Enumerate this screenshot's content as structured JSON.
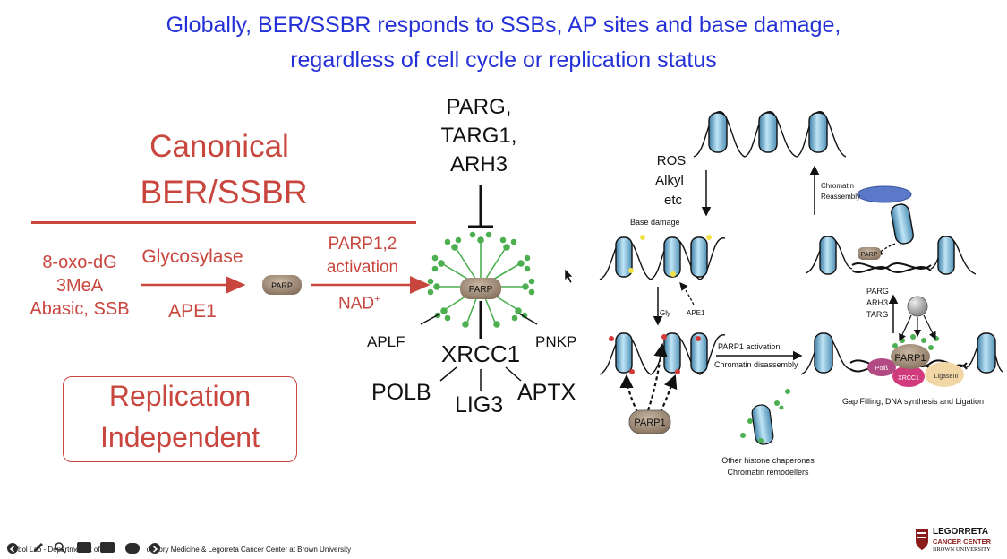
{
  "slide": {
    "title_line1": "Globally, BER/SSBR responds to SSBs, AP sites and base damage,",
    "title_line2": "regardless of cell cycle or replication status"
  },
  "left": {
    "canonical_line1": "Canonical",
    "canonical_line2": "BER/SSBR",
    "substrates": [
      "8-oxo-dG",
      "3MeA",
      "Abasic, SSB"
    ],
    "glycosylase": "Glycosylase",
    "ape1": "APE1",
    "parp_small": "PARP",
    "parp_activation_line1": "PARP1,2",
    "parp_activation_line2": "activation",
    "nad": "NAD",
    "nad_superscript": "+",
    "replication_line1": "Replication",
    "replication_line2": "Independent"
  },
  "middle": {
    "inhibitors": [
      "PARG,",
      "TARG1,",
      "ARH3"
    ],
    "parp_hub": "PARP",
    "aplf": "APLF",
    "pnkp": "PNKP",
    "xrcc1": "XRCC1",
    "polb": "POLB",
    "lig3": "LIG3",
    "aptx": "APTX"
  },
  "right": {
    "ros_lines": [
      "ROS",
      "Alkyl",
      "etc"
    ],
    "base_damage": "Base damage",
    "gly": "Gly",
    "ape1": "APE1",
    "parp1_bottom": "PARP1",
    "parp1_activation": "PARP1 activation",
    "chromatin_disassembly": "Chromatin disassembly",
    "chaperones_line1": "Other histone chaperones",
    "chaperones_line2": "Chromatin remodellers",
    "chromatin_reassembly_line1": "Chromatin",
    "chromatin_reassembly_line2": "Reassembly",
    "parp_small": "PARP",
    "parg": "PARG",
    "arh3": "ARH3",
    "targ": "TARG",
    "parp1_complex": "PARP1",
    "polb": "Polß",
    "xrcc1": "XRCC1",
    "ligase3": "LigaseIII",
    "gap_filling": "Gap Filling, DNA synthesis and Ligation"
  },
  "footer": {
    "caption_left": "bol Lab - Departme",
    "caption_mid": "t of Pa",
    "caption_right": "oratory Medicine & Legorreta Cancer Center at Brown University",
    "logo_line1": "LEGORRETA",
    "logo_line2": "CANCER CENTER",
    "logo_line3": "BROWN UNIVERSITY"
  },
  "colors": {
    "title_blue": "#2431d6",
    "accent_red": "#c8463d",
    "parp_brown": "#8b7560",
    "nucleosome_blue": "#7fbfe0",
    "par_green": "#4caf50"
  },
  "icons": [
    "previous-icon",
    "pen-icon",
    "search-icon",
    "captions-icon",
    "menu-icon",
    "more-icon",
    "next-icon"
  ]
}
